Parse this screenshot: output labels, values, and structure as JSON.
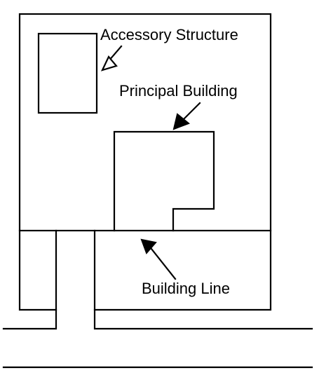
{
  "labels": {
    "accessory_structure": "Accessory Structure",
    "principal_building": "Principal Building",
    "building_line": "Building Line"
  },
  "colors": {
    "line": "#000000",
    "background": "#ffffff"
  }
}
